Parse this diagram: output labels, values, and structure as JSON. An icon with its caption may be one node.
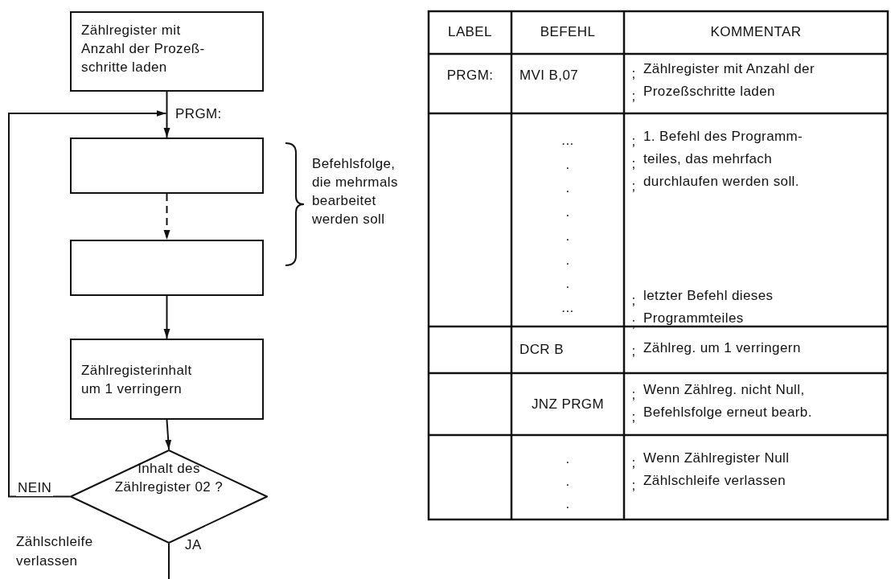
{
  "diagram": {
    "nodes": [
      {
        "text": [
          "Zählregister mit Anzahl der Prozeß- schritte laden"
        ]
      },
      {
        "text": [],
        "shape": "box"
      },
      {
        "text": [],
        "shape": "box"
      },
      {
        "text": [
          "Zählregisterinhalt um 1 verringern"
        ]
      },
      {
        "text": [
          "Inhalt des Zählregister 02 ?"
        ]
      }
    ],
    "edges": [
      {
        "from": 0,
        "to": 1,
        "arrow": "to",
        "label": "PRGM:"
      },
      {
        "from": 1,
        "to": 2,
        "arrow": "to",
        "style": "dashed"
      },
      {
        "from": 2,
        "to": 3,
        "arrow": "to"
      },
      {
        "from": 3,
        "to": 4,
        "arrow": "to"
      },
      {
        "from": 4,
        "to": 1,
        "arrow": "to",
        "label": "NEIN"
      },
      {
        "from": 4,
        "to": null,
        "arrow": "none",
        "label": "JA"
      }
    ],
    "labels": [
      "Befehlsfolge, die mehrmals bearbeitet werden soll",
      "Zählschleife verlassen",
      "LABEL",
      "BEFEHL",
      "KOMMENTAR",
      "PRGM:",
      "MVI B,07",
      "; ;",
      "Zählregister mit Anzahl der Prozeßschritte laden",
      "... . . . . . . ...",
      "; ; ;",
      "1. Befehl des Programm- teiles, das mehrfach durchlaufen werden soll.",
      "; ;",
      "letzter Befehl dieses Programmteiles",
      "DCR B",
      ";",
      "Zählreg. um 1 verringern",
      "JNZ PRGM",
      "; ;",
      "Wenn Zählreg. nicht Null, Befehlsfolge erneut bearb.",
      ". . .",
      "; ;",
      "Wenn Zählregister Null Zählschleife verlassen"
    ]
  }
}
